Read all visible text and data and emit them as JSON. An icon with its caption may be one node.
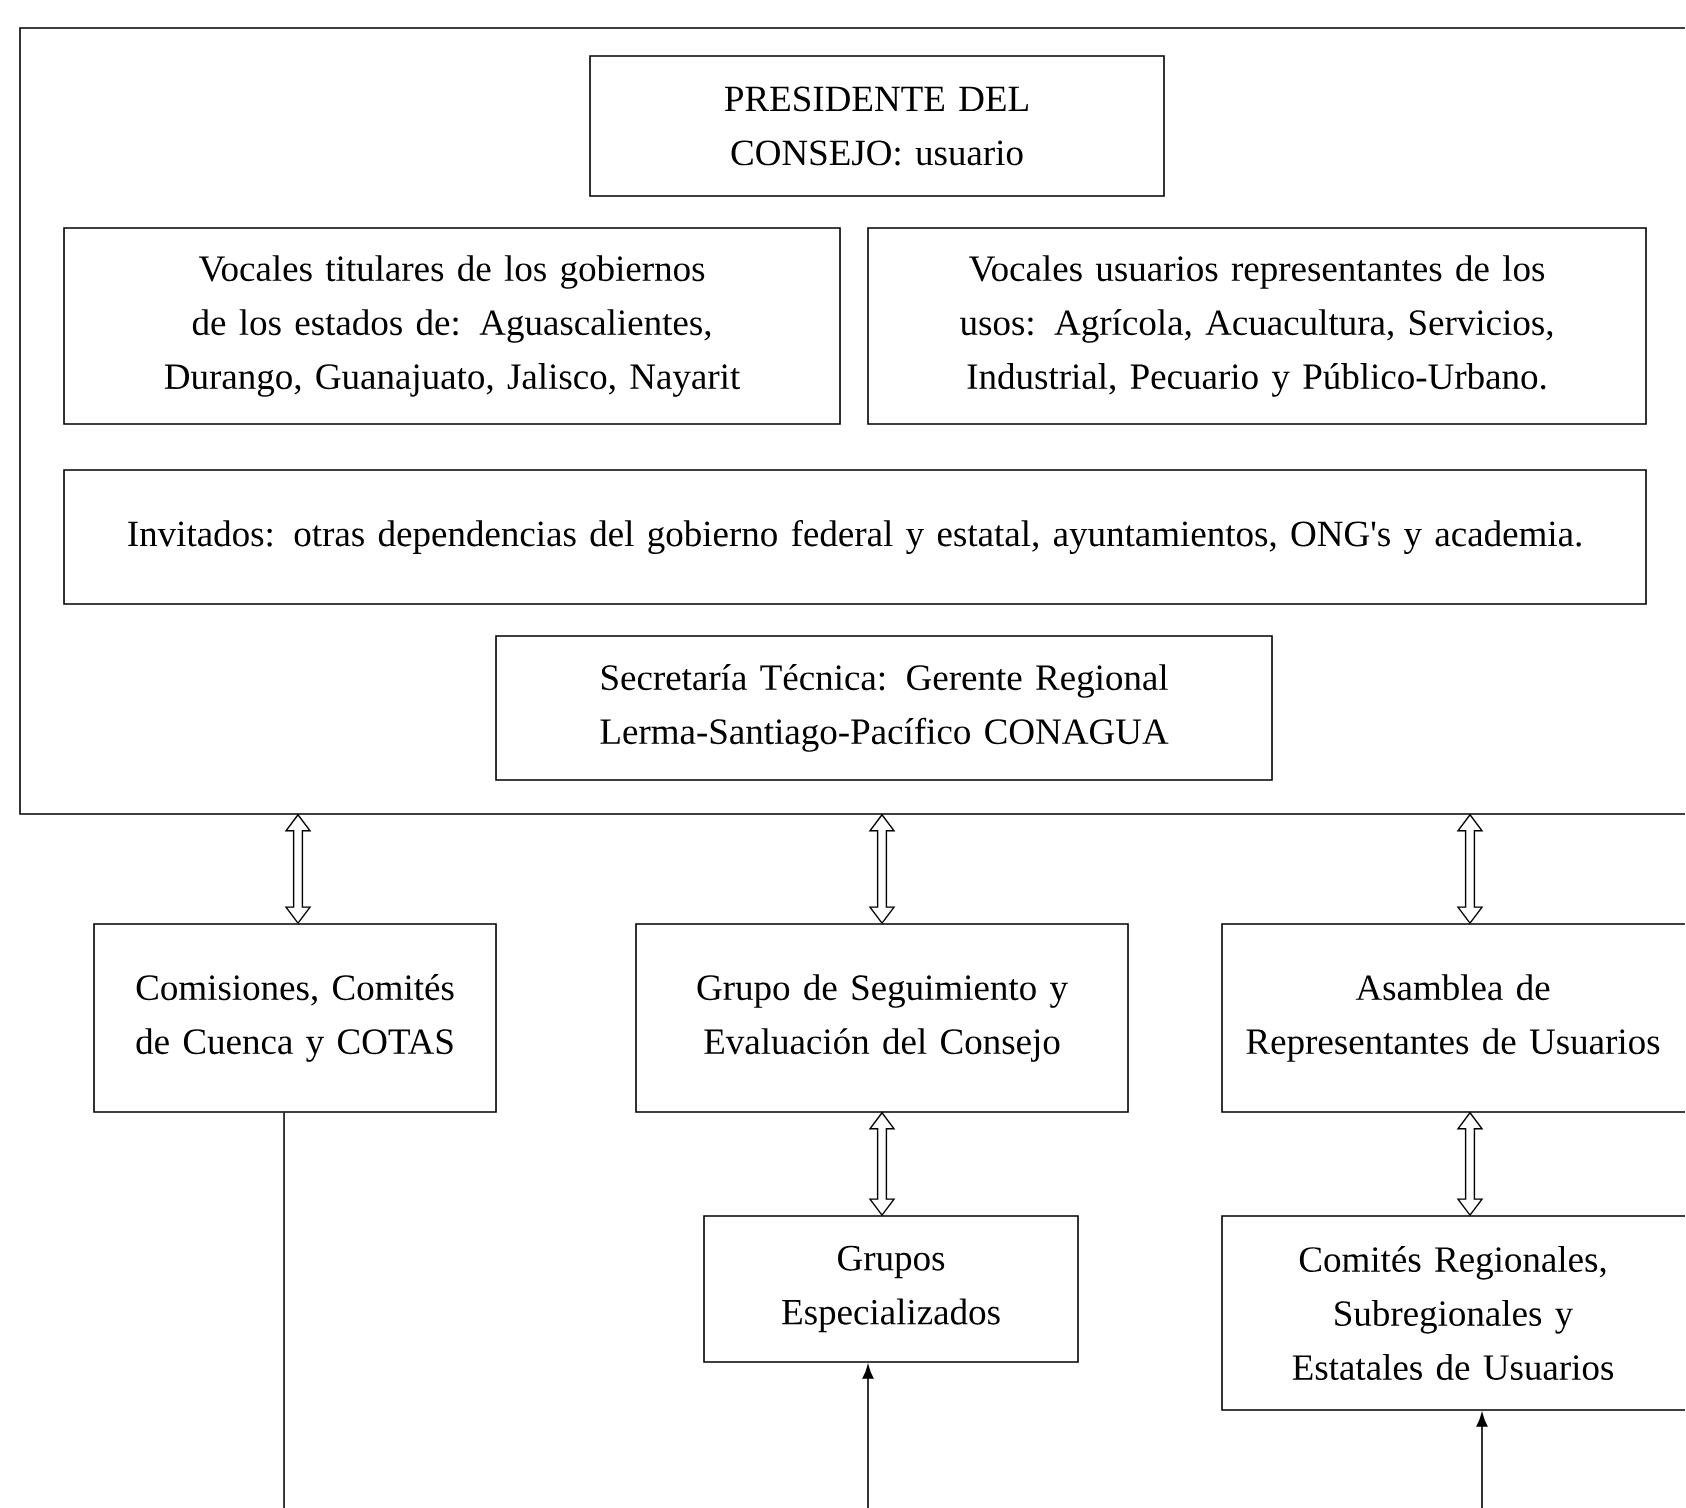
{
  "diagram": {
    "nodes": [
      {
        "text": [],
        "shape": "box"
      },
      {
        "text": [
          "PRESIDENTE DEL CONSEJO: usuario"
        ],
        "in": 0
      },
      {
        "text": [
          "Vocales titulares de los gobiernos de los estados de: Aguascalientes, Durango, Guanajuato, Jalisco, Nayarit"
        ],
        "in": 0
      },
      {
        "text": [
          "Vocales usuarios representantes de los usos: Agrícola, Acuacultura, Servicios, Industrial, Pecuario y Público-Urbano."
        ],
        "in": 0
      },
      {
        "text": [
          "Invitados: otras dependencias del gobierno federal y estatal, ayuntamientos, ONG's y academia."
        ],
        "in": 0
      },
      {
        "text": [
          "Secretaría Técnica: Gerente Regional Lerma-Santiago-Pacífico CONAGUA"
        ],
        "in": 0
      },
      {
        "text": [
          "Comisiones, Comités de Cuenca y COTAS"
        ]
      },
      {
        "text": [
          "Grupo de Seguimiento y Evaluación del Consejo"
        ]
      },
      {
        "text": [
          "Asamblea de Representantes de Usuarios"
        ]
      },
      {
        "text": [
          "Grupos Especializados"
        ]
      },
      {
        "text": [
          "Comités Regionales, Subregionales y Estatales de Usuarios"
        ]
      }
    ],
    "edges": [
      {
        "from": 0,
        "to": 6,
        "arrow": "both"
      },
      {
        "from": 0,
        "to": 7,
        "arrow": "both"
      },
      {
        "from": 0,
        "to": 8,
        "arrow": "both"
      },
      {
        "from": 7,
        "to": 9,
        "arrow": "both"
      },
      {
        "from": 8,
        "to": 10,
        "arrow": "both"
      },
      {
        "from": 6,
        "to": null,
        "arrow": "none"
      },
      {
        "from": null,
        "to": 9,
        "arrow": "to"
      },
      {
        "from": null,
        "to": 10,
        "arrow": "to"
      }
    ]
  }
}
